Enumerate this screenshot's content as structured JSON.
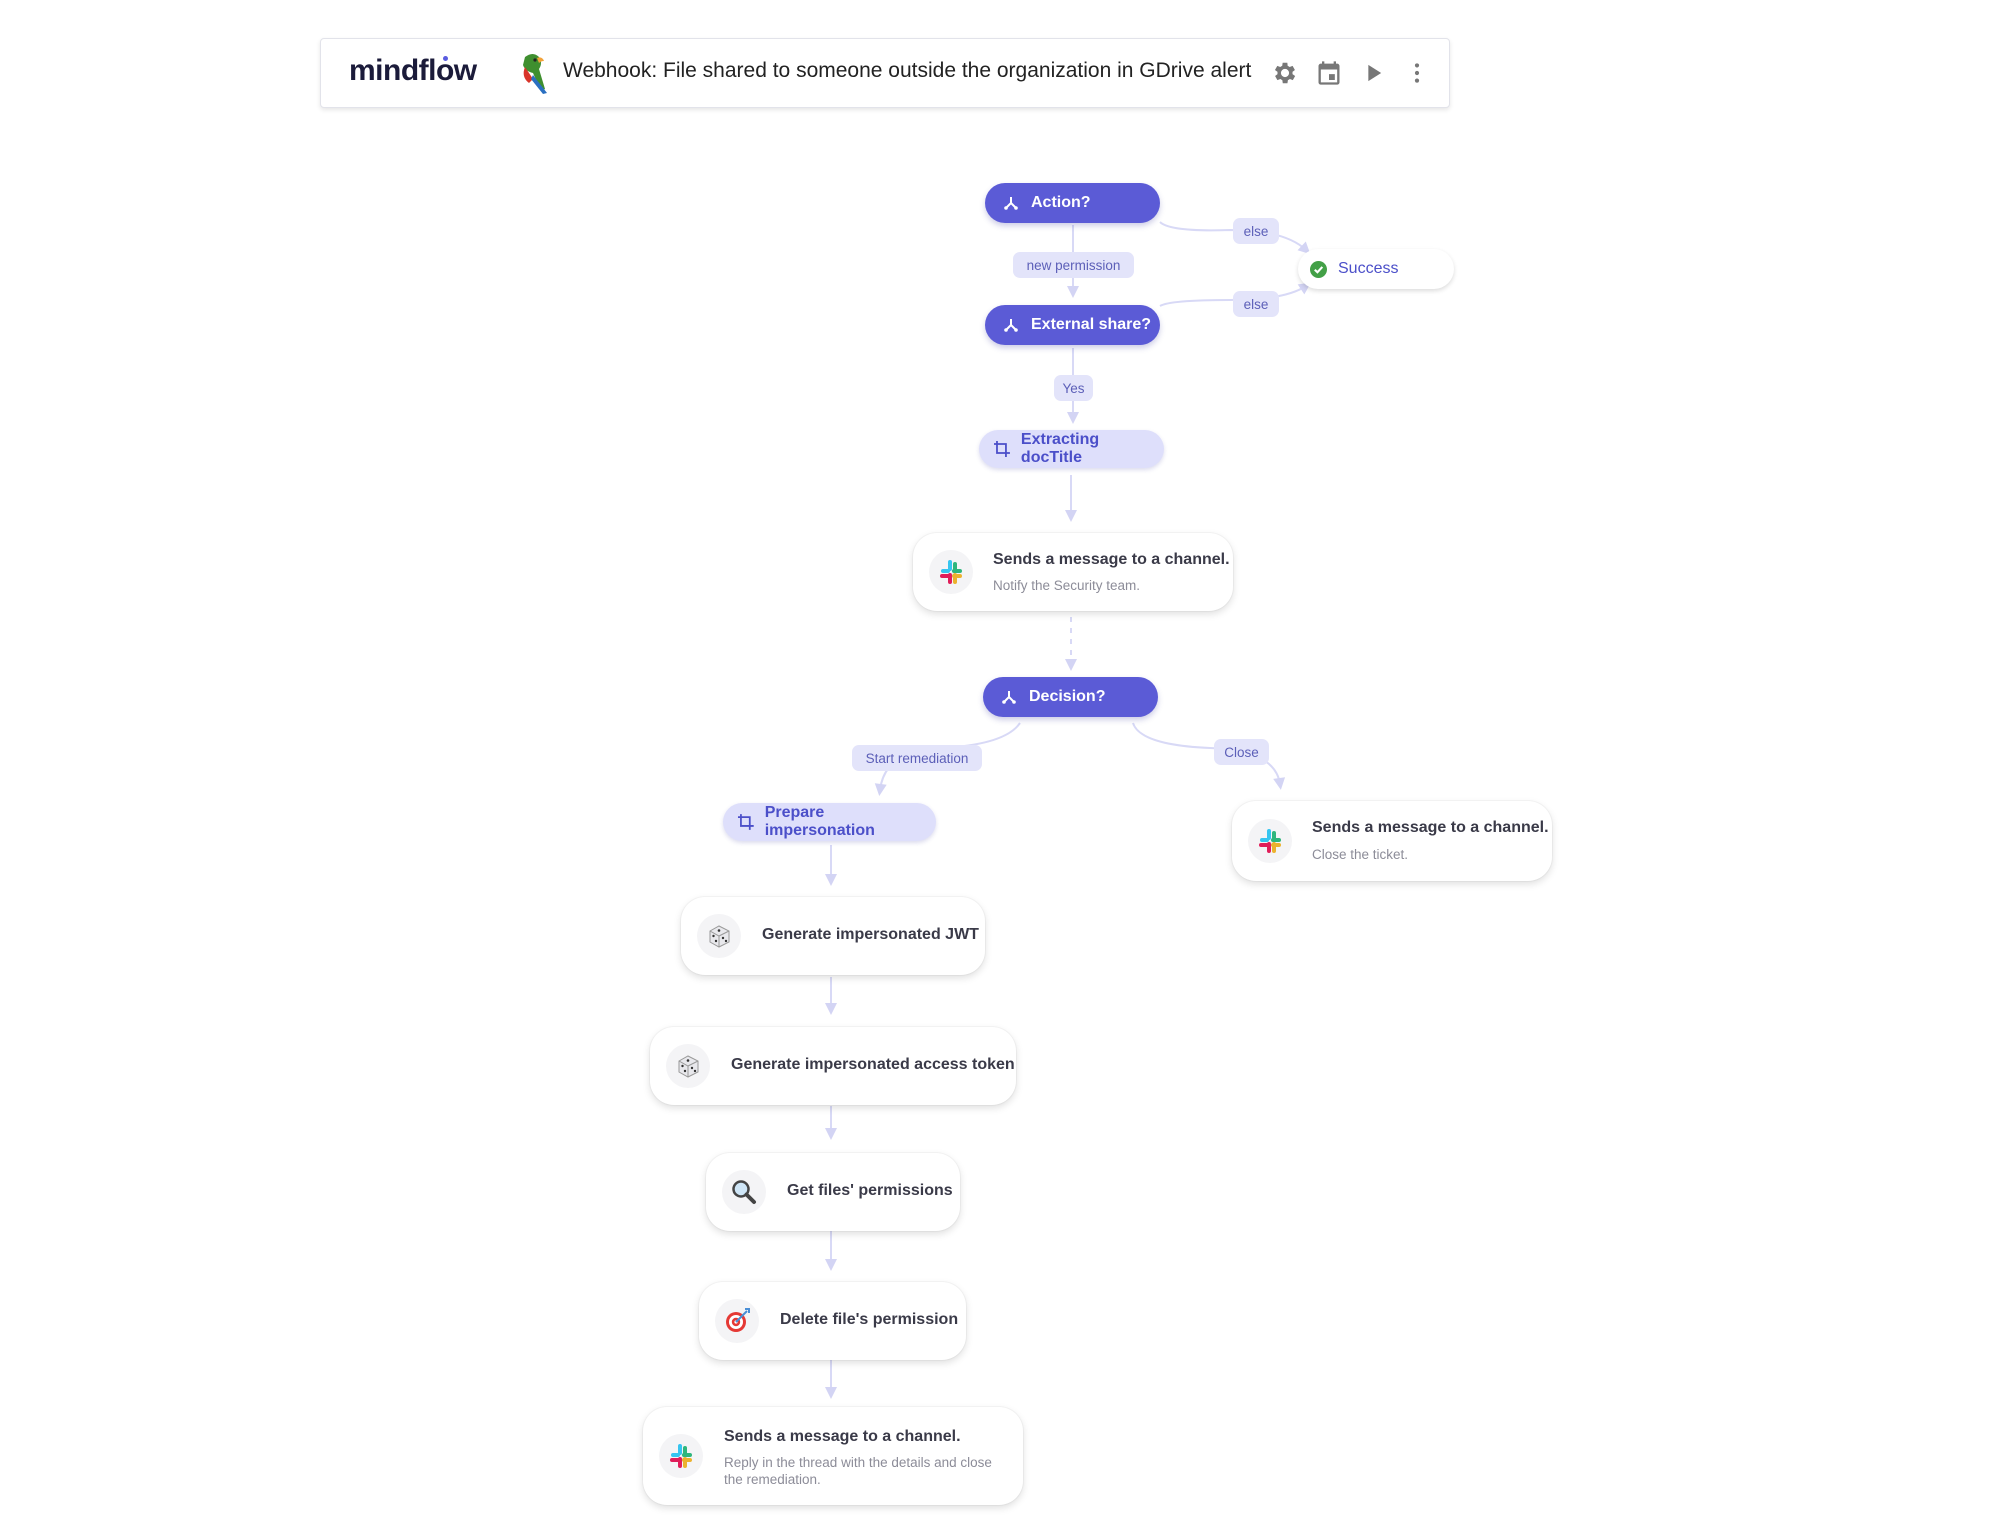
{
  "header": {
    "logo_text": "mindflow",
    "workflow_title": "Webhook: File shared to someone outside the organization in GDrive alert",
    "icons": [
      "parrot-icon",
      "settings-icon",
      "calendar-icon",
      "play-icon",
      "more-vert-icon"
    ]
  },
  "colors": {
    "condition_bg": "#5b5bd6",
    "transform_bg": "#dedffb",
    "edge_label_bg": "#e3e4fa",
    "edge": "#d5d6f5",
    "success_check": "#43a047"
  },
  "nodes": {
    "action_cond": "Action?",
    "external_cond": "External share?",
    "success": "Success",
    "extract": "Extracting docTitle",
    "notify_title": "Sends a message to a channel.",
    "notify_sub": "Notify the Security team.",
    "decision_cond": "Decision?",
    "prepare": "Prepare impersonation",
    "close_title": "Sends a message to a channel.",
    "close_sub": "Close the ticket.",
    "jwt": "Generate impersonated JWT",
    "token": "Generate impersonated access token",
    "get_perms": "Get files' permissions",
    "delete_perm": "Delete file's permission",
    "reply_title": "Sends a message to a channel.",
    "reply_sub": "Reply in the thread with the details and close the remediation."
  },
  "edge_labels": {
    "new_permission": "new permission",
    "else_1": "else",
    "else_2": "else",
    "yes": "Yes",
    "start_remediation": "Start remediation",
    "close": "Close"
  }
}
